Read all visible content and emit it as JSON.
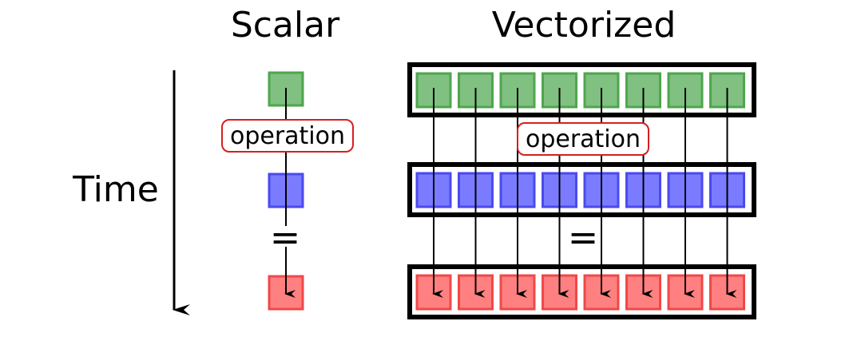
{
  "labels": {
    "scalar_title": "Scalar",
    "vectorized_title": "Vectorized",
    "time_label": "Time",
    "scalar_operation": "operation",
    "vector_operation": "operation",
    "scalar_equals": "=",
    "vector_equals": "="
  },
  "vector_lanes": 8,
  "colors": {
    "input_a_fill": "#80c080",
    "input_a_stroke": "#4ea64e",
    "input_b_fill": "#7b7bff",
    "input_b_stroke": "#4a4aee",
    "result_fill": "#ff8080",
    "result_stroke": "#f04848",
    "operation_border": "#d42020",
    "frame": "#000000"
  }
}
